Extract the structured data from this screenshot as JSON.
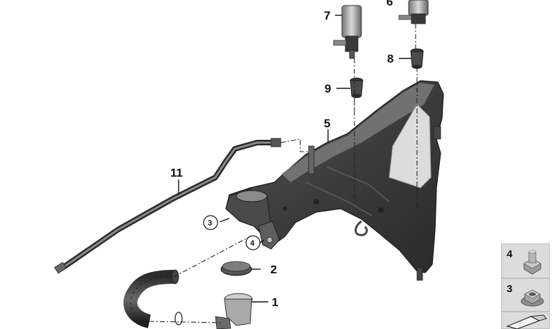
{
  "callouts": {
    "c1": "1",
    "c2": "2",
    "c3": "3",
    "c4": "4",
    "c5": "5",
    "c6": "6",
    "c7": "7",
    "c8": "8",
    "c9": "9",
    "c11": "11"
  },
  "legend": {
    "item_a": "4",
    "item_b": "3"
  },
  "colors": {
    "part_dark": "#3a3a3a",
    "part_mid": "#6a6a6a",
    "part_light": "#a9a9a9",
    "panel_bg": "#dcdcdc"
  }
}
